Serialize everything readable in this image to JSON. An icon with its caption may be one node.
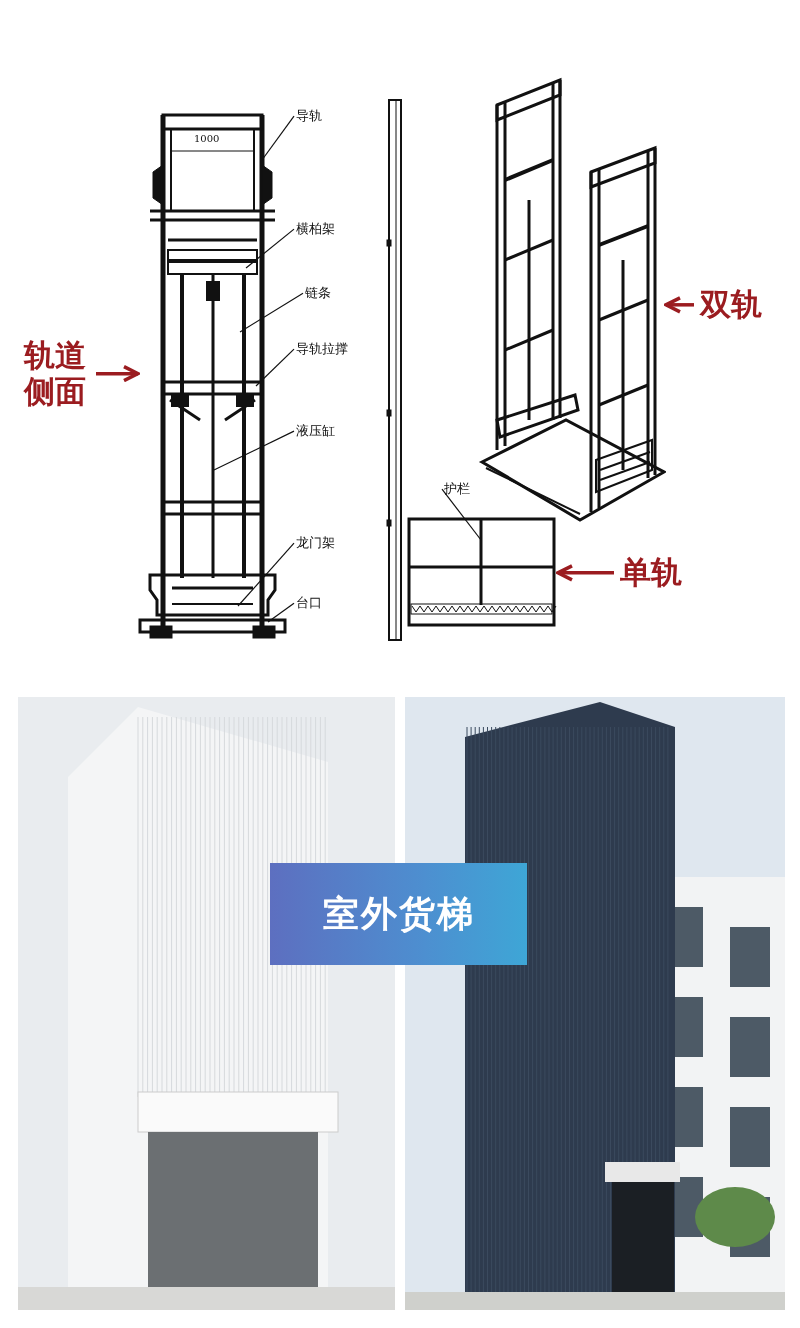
{
  "diagram": {
    "nodes": [
      {
        "text": [],
        "shape": "picture"
      },
      {
        "text": [
          "轨道侧面"
        ]
      },
      {
        "text": [],
        "shape": "picture"
      },
      {
        "text": [
          "双轨"
        ]
      },
      {
        "text": [],
        "shape": "picture"
      },
      {
        "text": [
          "单轨"
        ]
      },
      {
        "text": [
          "导轨"
        ]
      },
      {
        "text": [
          "横柏架"
        ]
      },
      {
        "text": [
          "链条"
        ]
      },
      {
        "text": [
          "导轨拉撑"
        ]
      },
      {
        "text": [
          "液压缸"
        ]
      },
      {
        "text": [
          "龙门架"
        ]
      },
      {
        "text": [
          "台口"
        ]
      },
      {
        "text": [
          "护栏"
        ]
      },
      {
        "text": [
          "室外货梯"
        ]
      }
    ],
    "edges": [
      {
        "from": 1,
        "to": 0,
        "arrow": "to",
        "style": "thick",
        "color": "#9b1c20"
      },
      {
        "from": 3,
        "to": 2,
        "arrow": "to",
        "style": "thick",
        "color": "#9b1c20"
      },
      {
        "from": 5,
        "to": 4,
        "arrow": "to",
        "style": "thick",
        "color": "#9b1c20"
      },
      {
        "from": 6,
        "to": 0,
        "arrow": "none"
      },
      {
        "from": 7,
        "to": 0,
        "arrow": "none"
      },
      {
        "from": 8,
        "to": 0,
        "arrow": "none"
      },
      {
        "from": 9,
        "to": 0,
        "arrow": "none"
      },
      {
        "from": 10,
        "to": 0,
        "arrow": "none"
      },
      {
        "from": 11,
        "to": 0,
        "arrow": "none"
      },
      {
        "from": 12,
        "to": 0,
        "arrow": "none"
      },
      {
        "from": 13,
        "to": 4,
        "arrow": "none"
      }
    ],
    "labels": [
      "1000"
    ]
  }
}
